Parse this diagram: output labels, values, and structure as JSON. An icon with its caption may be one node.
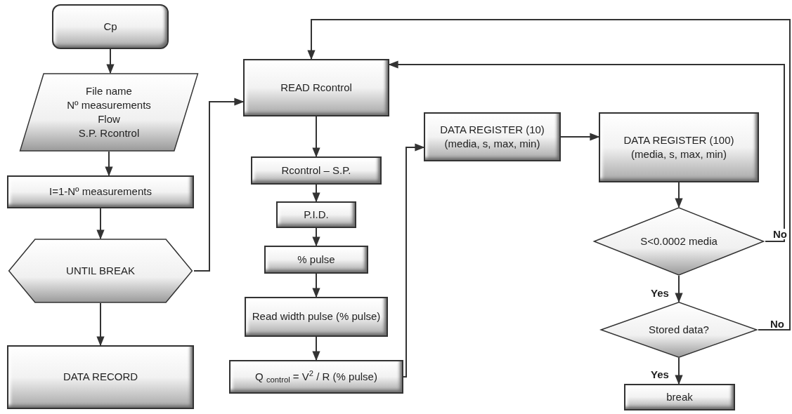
{
  "diagram": {
    "nodes": [
      {
        "text": [
          "Cp"
        ]
      },
      {
        "text": [
          "File name",
          "Nº measurements",
          "Flow",
          "S.P. Rcontrol"
        ]
      },
      {
        "text": [
          "I=1-Nº measurements"
        ]
      },
      {
        "text": [
          "UNTIL BREAK"
        ]
      },
      {
        "text": [
          "DATA RECORD"
        ]
      },
      {
        "text": [
          "READ Rcontrol"
        ]
      },
      {
        "text": [
          "Rcontrol – S.P."
        ]
      },
      {
        "text": [
          "P.I.D."
        ]
      },
      {
        "text": [
          "% pulse"
        ]
      },
      {
        "text": [
          "Read width pulse (% pulse)"
        ]
      },
      {
        "text": [
          "Q $_{control}$ = V$^{2}$ / R (% pulse)"
        ]
      },
      {
        "text": [
          "DATA REGISTER (10) (media, s, max, min)"
        ]
      },
      {
        "text": [
          "DATA REGISTER (100) (media, s, max, min)"
        ]
      },
      {
        "text": [
          "S<0.0002 media"
        ]
      },
      {
        "text": [
          "Stored data?"
        ]
      },
      {
        "text": [
          "break"
        ]
      }
    ],
    "edges": [
      {
        "from": 0,
        "to": 1,
        "arrow": "to"
      },
      {
        "from": 1,
        "to": 2,
        "arrow": "to"
      },
      {
        "from": 2,
        "to": 3,
        "arrow": "to"
      },
      {
        "from": 3,
        "to": 4,
        "arrow": "to"
      },
      {
        "from": 3,
        "to": 5,
        "arrow": "to"
      },
      {
        "from": 5,
        "to": 6,
        "arrow": "to"
      },
      {
        "from": 6,
        "to": 7,
        "arrow": "to"
      },
      {
        "from": 7,
        "to": 8,
        "arrow": "to"
      },
      {
        "from": 8,
        "to": 9,
        "arrow": "to"
      },
      {
        "from": 9,
        "to": 10,
        "arrow": "to"
      },
      {
        "from": 10,
        "to": 11,
        "arrow": "to"
      },
      {
        "from": 11,
        "to": 12,
        "arrow": "to"
      },
      {
        "from": 12,
        "to": 13,
        "arrow": "to"
      },
      {
        "from": 13,
        "to": 14,
        "arrow": "to",
        "label": "Yes"
      },
      {
        "from": 14,
        "to": 15,
        "arrow": "to",
        "label": "Yes"
      },
      {
        "from": 13,
        "to": 5,
        "arrow": "to",
        "label": "No"
      },
      {
        "from": 14,
        "to": 5,
        "arrow": "to",
        "label": "No"
      }
    ]
  }
}
